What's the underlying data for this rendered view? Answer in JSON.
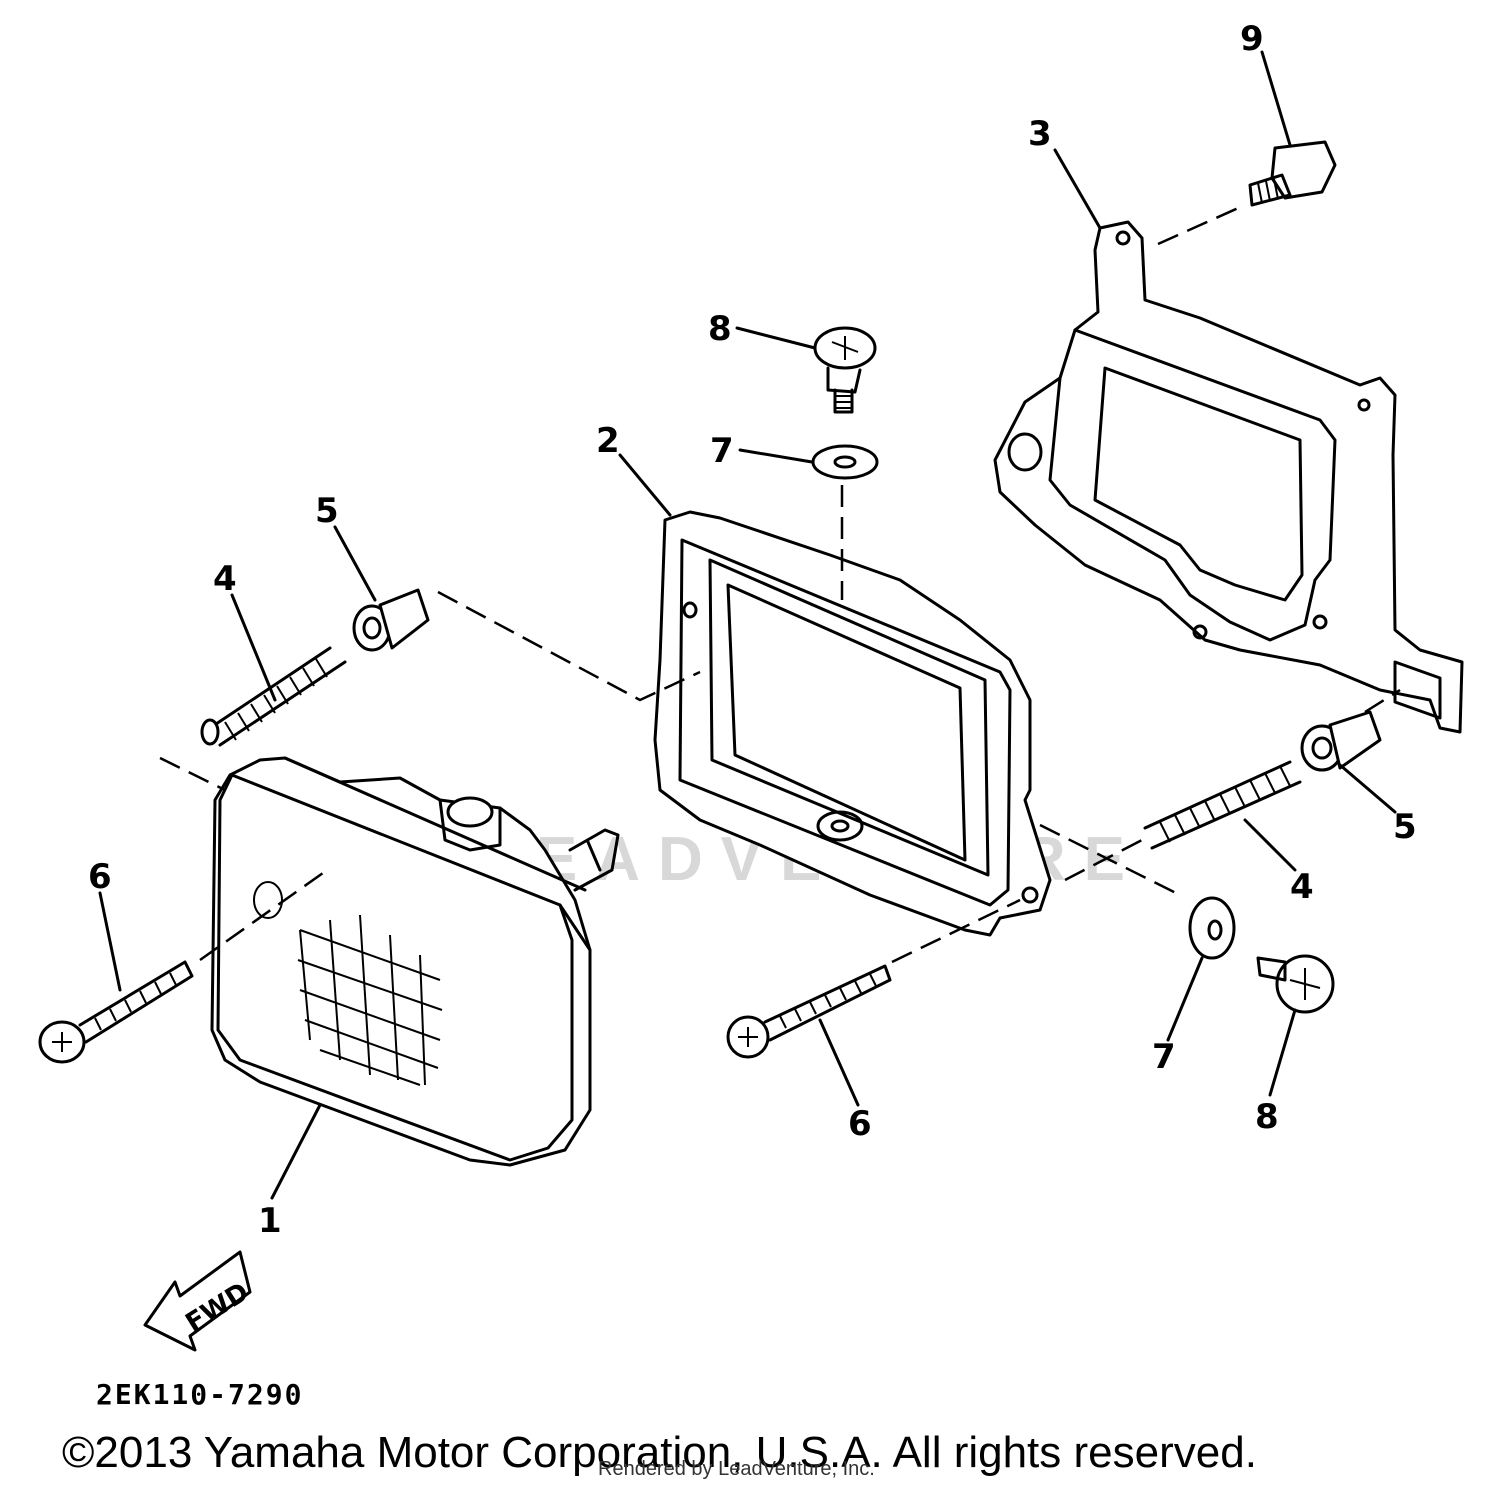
{
  "callouts": {
    "c1": "1",
    "c2": "2",
    "c3": "3",
    "c4_left": "4",
    "c4_right": "4",
    "c5_left": "5",
    "c5_right": "5",
    "c6_left": "6",
    "c6_right": "6",
    "c7_top": "7",
    "c7_bottom": "7",
    "c8_top": "8",
    "c8_bottom": "8",
    "c9": "9"
  },
  "fwd_label": "FWD",
  "diagram_code": "2EK110-7290",
  "watermark_text": "LEADVENTURE",
  "copyright": "©2013 Yamaha Motor Corporation, U.S.A. All rights reserved.",
  "rendered_by": "Rendered by LeadVenture, Inc."
}
